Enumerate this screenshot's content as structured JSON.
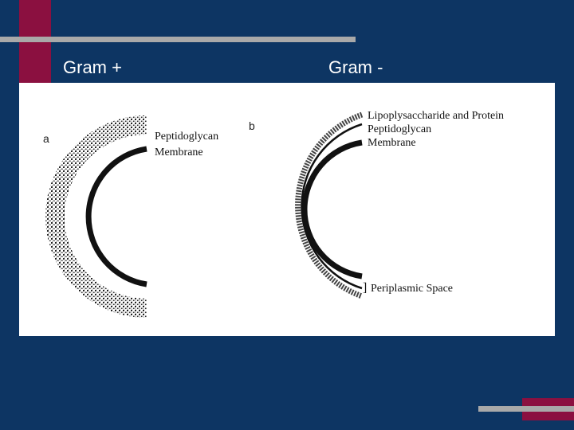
{
  "slide": {
    "heading_left": "Gram +",
    "heading_right": "Gram -"
  },
  "diagram_a": {
    "letter": "a",
    "labels": {
      "peptidoglycan": "Peptidoglycan",
      "membrane": "Membrane"
    }
  },
  "diagram_b": {
    "letter": "b",
    "labels": {
      "lps": "Lipoplysaccharide and Protein",
      "peptidoglycan": "Peptidoglycan",
      "membrane": "Membrane",
      "bracket": "]",
      "periplasmic": "Periplasmic Space"
    }
  },
  "colors": {
    "background": "#0d3563",
    "accent": "#8b1040",
    "bar": "#a9a9a9",
    "panel": "#ffffff"
  }
}
